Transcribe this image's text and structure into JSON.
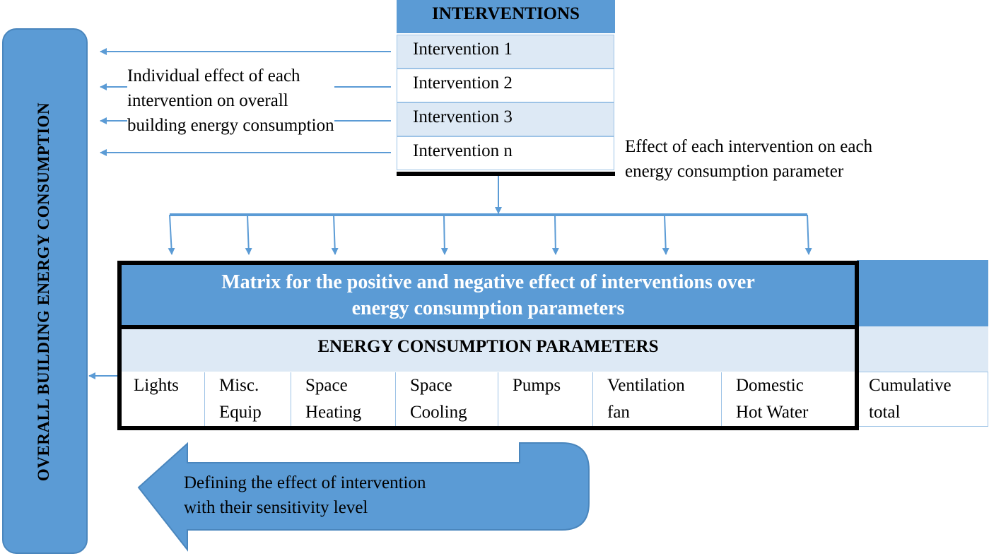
{
  "side_label": "OVERALL BUILDING ENERGY CONSUMPTION",
  "interventions": {
    "header": "INTERVENTIONS",
    "items": [
      "Intervention 1",
      "Intervention 2",
      "Intervention 3",
      "Intervention n"
    ]
  },
  "individual_effect_note": {
    "line1": "Individual effect of each",
    "line2": "intervention on overall",
    "line3": "building energy consumption"
  },
  "parameter_effect_note": {
    "line1": "Effect of each intervention on each",
    "line2": "energy consumption parameter"
  },
  "matrix": {
    "title_line1": "Matrix for the positive and negative effect of interventions over",
    "title_line2": "energy consumption parameters",
    "subheader": "ENERGY CONSUMPTION PARAMETERS",
    "parameters": [
      {
        "line1": "Lights",
        "line2": ""
      },
      {
        "line1": "Misc.",
        "line2": "Equip"
      },
      {
        "line1": "Space",
        "line2": "Heating"
      },
      {
        "line1": "Space",
        "line2": "Cooling"
      },
      {
        "line1": "Pumps",
        "line2": ""
      },
      {
        "line1": "Ventilation",
        "line2": "fan"
      },
      {
        "line1": "Domestic",
        "line2": "Hot Water"
      }
    ],
    "cumulative": {
      "line1": "Cumulative",
      "line2": "total"
    }
  },
  "feedback_arrow": {
    "line1": "Defining the effect of intervention",
    "line2": "with their sensitivity level"
  },
  "colors": {
    "primary_blue": "#5b9bd5",
    "light_blue": "#dde9f5",
    "border_blue": "#9dc3e6"
  }
}
